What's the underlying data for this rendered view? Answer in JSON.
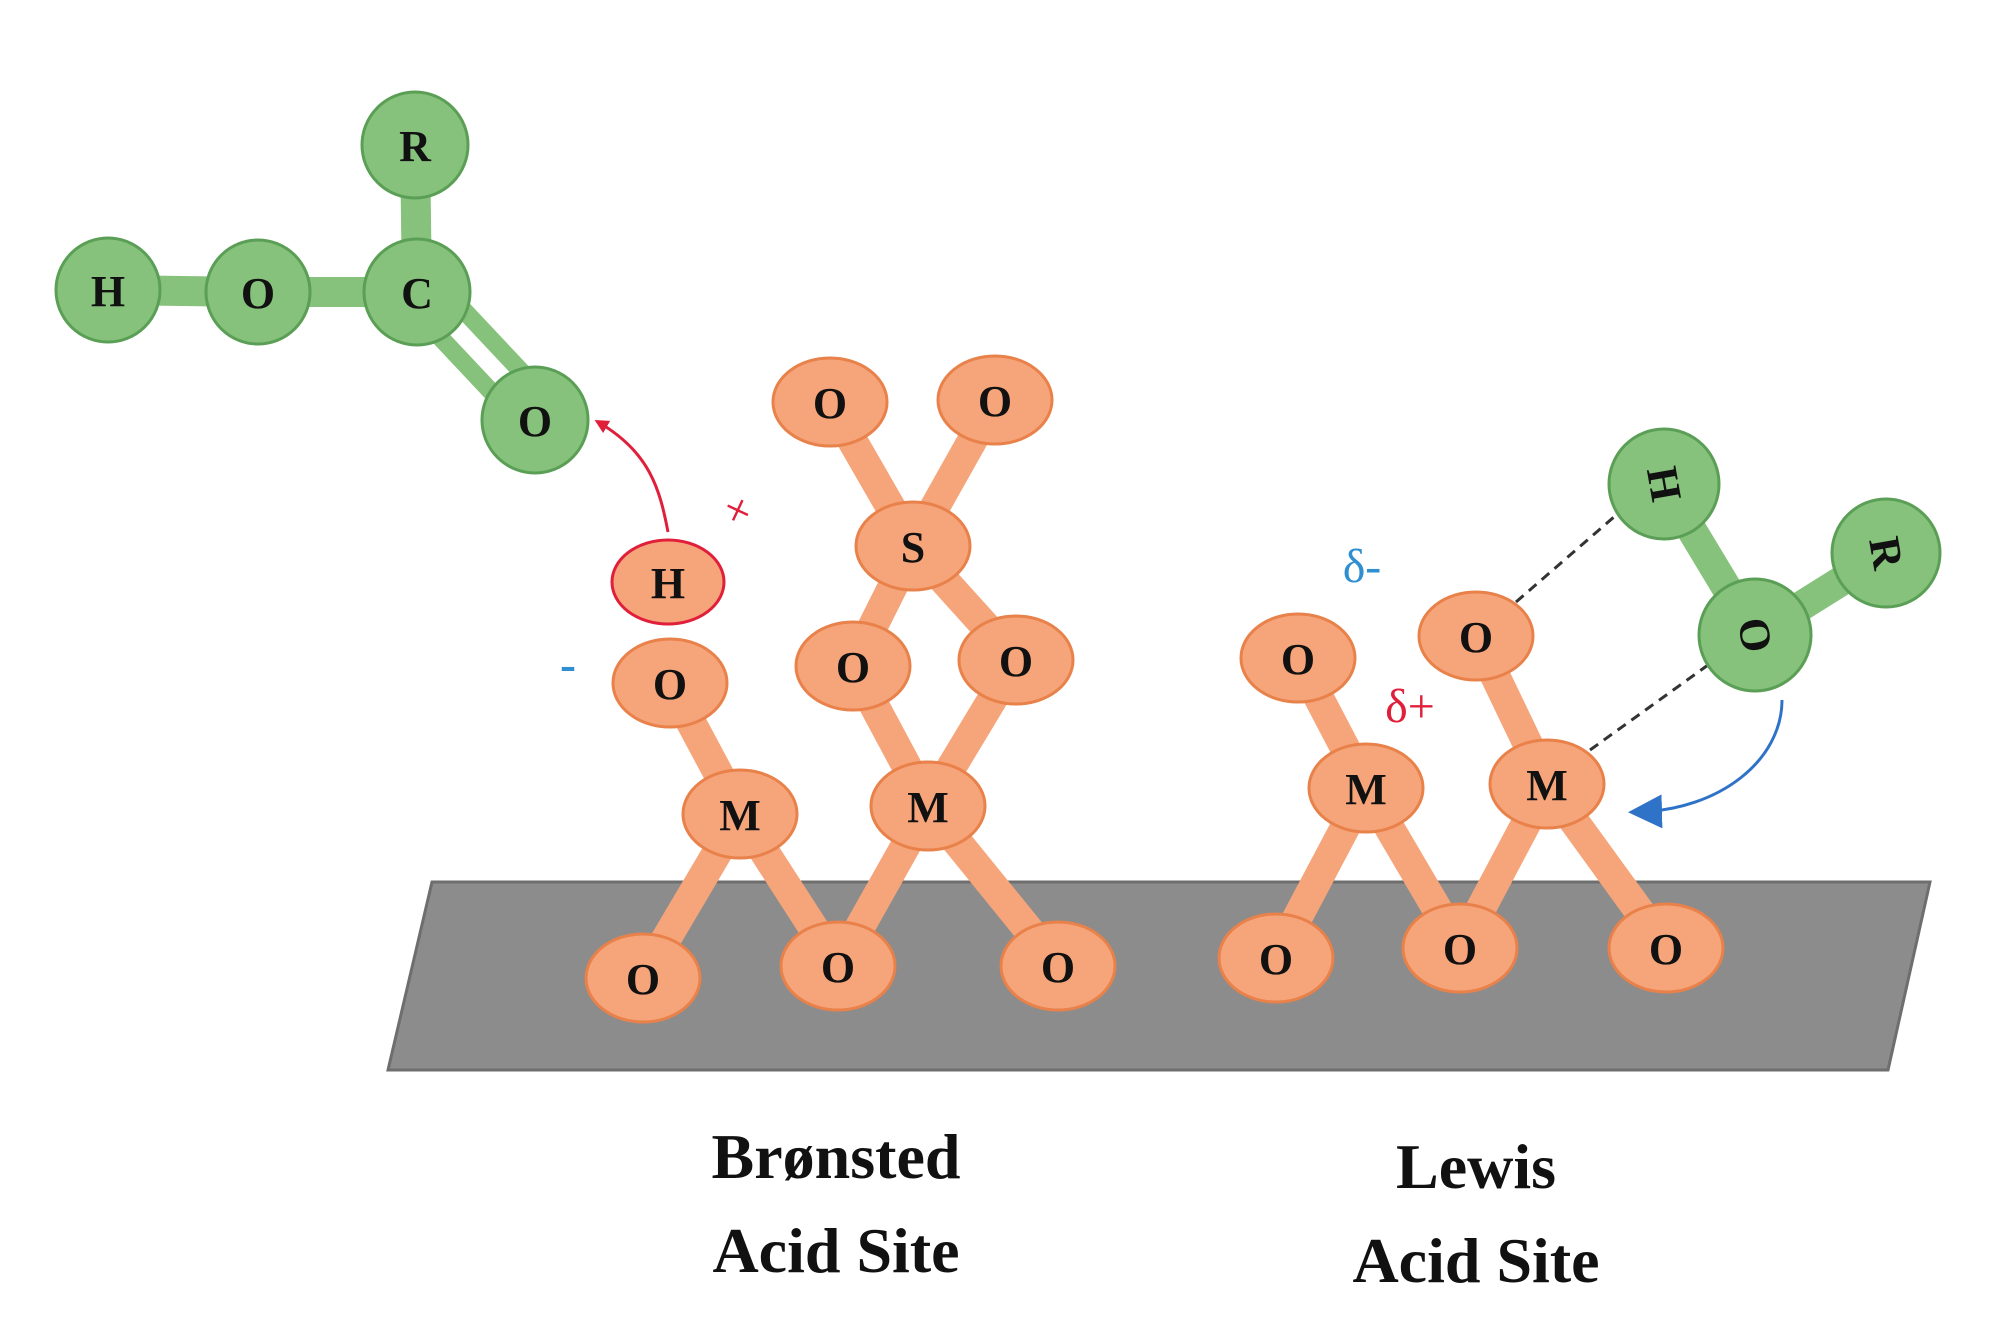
{
  "colors": {
    "surface": "#8c8c8c",
    "surface_stroke": "#6e6e6e",
    "oxide_atom": "#f6a57a",
    "oxide_stroke": "#e8814a",
    "oxide_bond": "#f6a57a",
    "molecule_atom": "#86c27c",
    "molecule_stroke": "#5a9f55",
    "molecule_bond": "#86c27c",
    "proton_stroke": "#e0203a",
    "arrow_red": "#e0203a",
    "arrow_blue": "#2f73c8",
    "charge_red": "#e0203a",
    "charge_blue": "#2f8fd0"
  },
  "labels": {
    "bronsted_line1": "Brønsted",
    "bronsted_line2": "Acid Site",
    "lewis_line1": "Lewis",
    "lewis_line2": "Acid Site"
  },
  "charges": {
    "proton_plus": "+",
    "oxygen_minus": "-",
    "delta_minus": "δ-",
    "delta_plus": "δ+"
  },
  "atoms": {
    "acid_R": "R",
    "acid_C": "C",
    "acid_O_single": "O",
    "acid_H": "H",
    "acid_O_double": "O",
    "proton_H": "H",
    "b_O_hydroxyl": "O",
    "b_M1": "M",
    "b_M2": "M",
    "b_O_left": "O",
    "b_O_mid": "O",
    "b_O_right": "O",
    "s_S": "S",
    "s_O_top_left": "O",
    "s_O_top_right": "O",
    "s_O_low_left": "O",
    "s_O_low_right": "O",
    "l_O_top_left": "O",
    "l_O_top_right": "O",
    "l_M1": "M",
    "l_M2": "M",
    "l_O_left": "O",
    "l_O_mid": "O",
    "l_O_right": "O",
    "alc_H": "H",
    "alc_O": "O",
    "alc_R": "R"
  }
}
